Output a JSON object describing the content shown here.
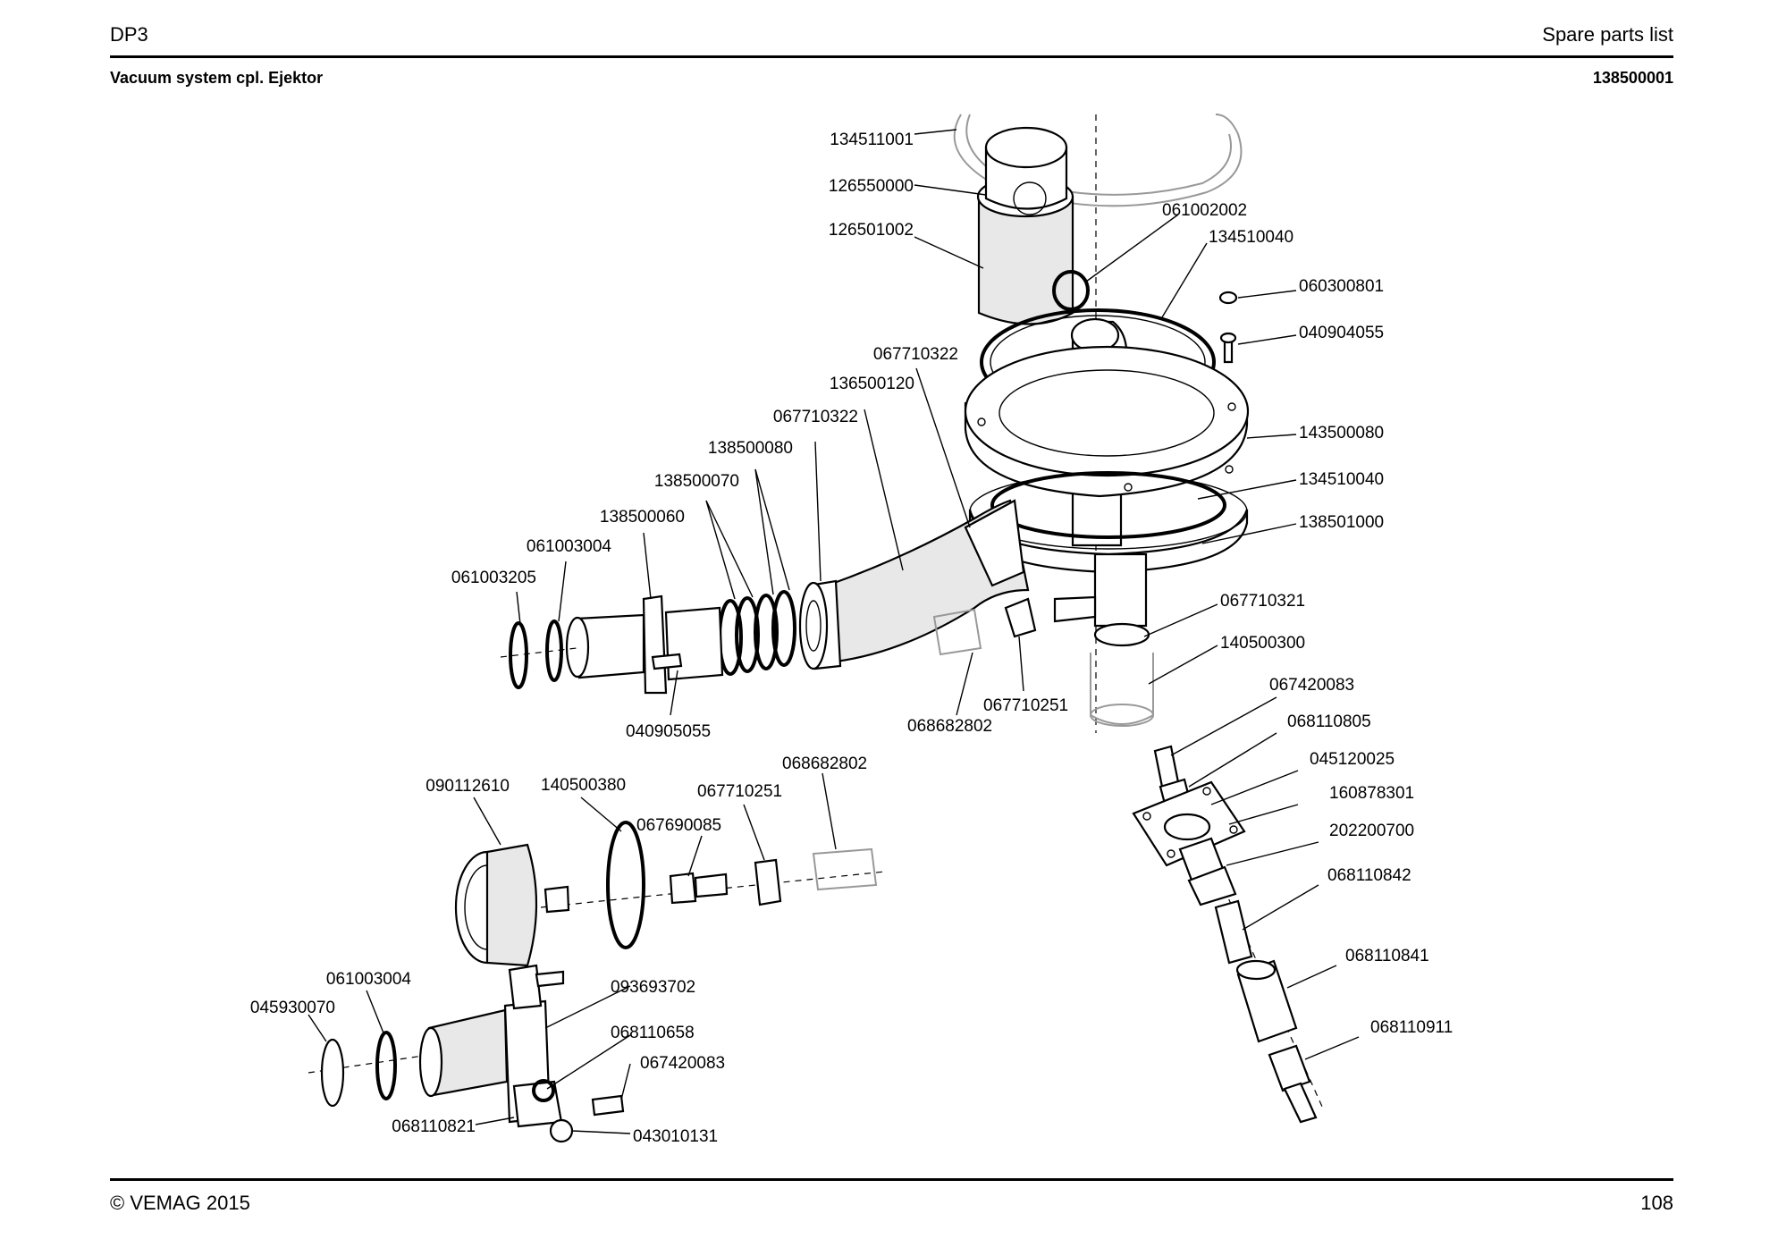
{
  "header": {
    "model": "DP3",
    "doc_type": "Spare parts list",
    "assembly_title": "Vacuum system cpl. Ejektor",
    "assembly_number": "138500001"
  },
  "footer": {
    "copyright": "© VEMAG 2015",
    "page_number": "108"
  },
  "callouts": [
    "134511001",
    "126550000",
    "126501002",
    "061002002",
    "134510040",
    "060300801",
    "040904055",
    "067710322",
    "136500120",
    "067710322",
    "138500080",
    "138500070",
    "138500060",
    "061003004",
    "061003205",
    "143500080",
    "134510040",
    "138501000",
    "067710321",
    "140500300",
    "067710251",
    "068682802",
    "040905055",
    "067420083",
    "068110805",
    "045120025",
    "160878301",
    "202200700",
    "068110842",
    "068110841",
    "068110911",
    "090112610",
    "140500380",
    "067710251",
    "068682802",
    "067690085",
    "061003004",
    "045930070",
    "093693702",
    "068110658",
    "067420083",
    "068110821",
    "043010131"
  ]
}
